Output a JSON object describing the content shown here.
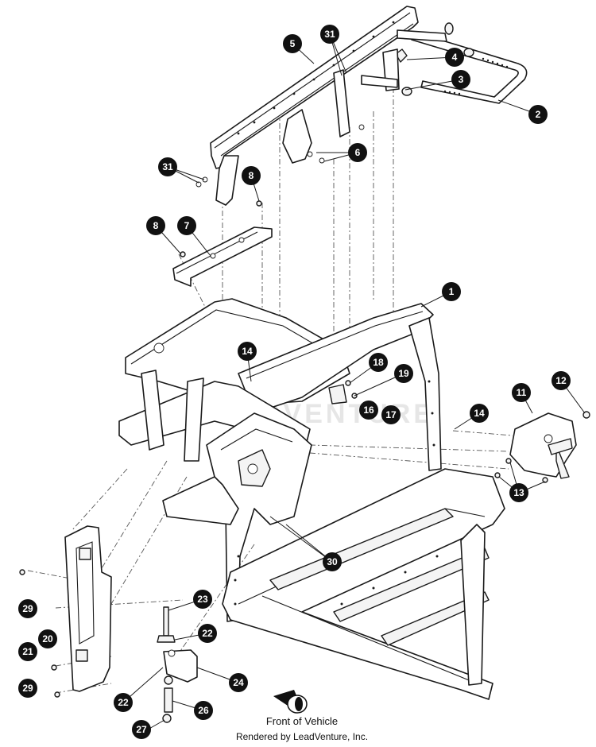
{
  "diagram": {
    "callouts": [
      "1",
      "2",
      "3",
      "4",
      "5",
      "6",
      "7",
      "8",
      "8",
      "11",
      "12",
      "13",
      "14",
      "14",
      "16",
      "17",
      "18",
      "19",
      "20",
      "21",
      "22",
      "22",
      "23",
      "24",
      "26",
      "27",
      "29",
      "29",
      "30",
      "31",
      "31"
    ],
    "caption_front": "Front of Vehicle",
    "caption_credit": "Rendered by LeadVenture, Inc.",
    "watermark": "LEADVENTURE",
    "colors": {
      "ink": "#1a1a1a",
      "callout_fill": "#111111",
      "callout_text": "#ffffff"
    }
  }
}
